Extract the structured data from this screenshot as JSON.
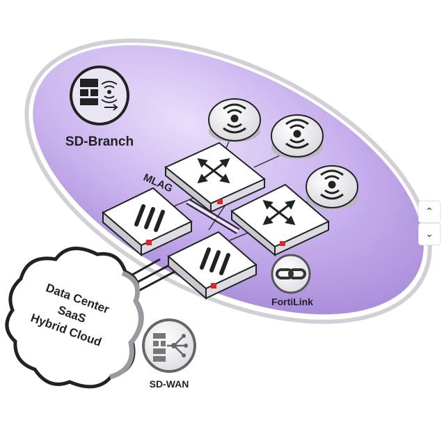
{
  "labels": {
    "sd_branch": "SD-Branch",
    "mlag": "MLAG",
    "fortilink": "FortiLink",
    "sd_wan": "SD-WAN",
    "cloud_lines": [
      "Data Center",
      "SaaS",
      "Hybrid Cloud"
    ]
  },
  "scroll": {
    "up": "⌃",
    "down": "⌄"
  },
  "colors": {
    "ellipse": "#c9b2ee",
    "ellipse_dark": "#9e83d6",
    "icon_circle": "#e9e5f2",
    "device_face": "#ffffff",
    "device_side": "#c9c9cf",
    "brand_red": "#d9262a"
  }
}
